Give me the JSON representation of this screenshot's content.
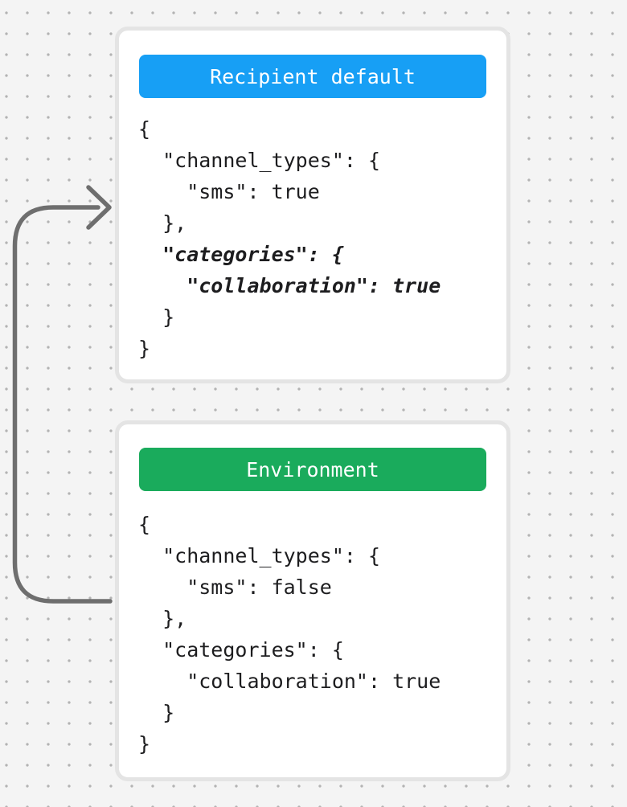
{
  "canvas": {
    "background_color": "#f4f4f4",
    "dot_color": "#b3b3b3"
  },
  "arrow": {
    "description": "curved arrow from Environment card pointing into Recipient default card",
    "color": "#6e6e6e"
  },
  "cards": [
    {
      "header": {
        "label": "Recipient default",
        "color": "#179ff5"
      },
      "code_lines": [
        {
          "text": "{"
        },
        {
          "text": "  \"channel_types\": {"
        },
        {
          "text": "    \"sms\": true"
        },
        {
          "text": "  },"
        },
        {
          "text": "  \"categories\": {",
          "emphasis": true
        },
        {
          "text": "    \"collaboration\": true",
          "emphasis": true
        },
        {
          "text": "  }"
        },
        {
          "text": "}"
        }
      ]
    },
    {
      "header": {
        "label": "Environment",
        "color": "#1aab5c"
      },
      "code_lines": [
        {
          "text": "{"
        },
        {
          "text": "  \"channel_types\": {"
        },
        {
          "text": "    \"sms\": false"
        },
        {
          "text": "  },"
        },
        {
          "text": "  \"categories\": {"
        },
        {
          "text": "    \"collaboration\": true"
        },
        {
          "text": "  }"
        },
        {
          "text": "}"
        }
      ]
    }
  ]
}
